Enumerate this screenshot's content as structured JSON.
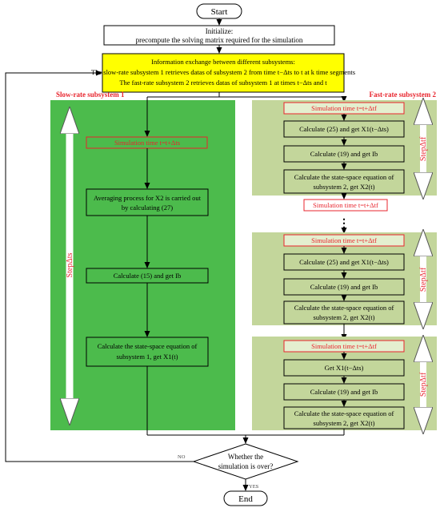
{
  "start": {
    "label": "Start"
  },
  "initialize": {
    "line1": "Initialize:",
    "line2": "precompute the solving matrix required for the simulation"
  },
  "exchange": {
    "line1": "Information exchange between different subsystems:",
    "line2": "The slow-rate subsystem 1 retrieves datas of subsystem 2  from time t−Δts to t at k time segments",
    "line3": "The fast-rate subsystem 2 retrieves datas of subsystem 1 at times t−Δts and t"
  },
  "slow": {
    "title": "Slow-rate subsystem 1",
    "step_label": "StepΔts",
    "sim_time": "Simulation time t=t+Δts",
    "averaging_line1": "Averaging process for X2  is carried out",
    "averaging_line2": "by calculating (27)",
    "calc15": "Calculate (15) and get Ib",
    "state_line1": "Calculate the state-space equation of",
    "state_line2": "subsystem 1, get X1(t)"
  },
  "fast": {
    "title": "Fast-rate subsystem 2",
    "step_label": "StepΔtf",
    "between_sim_time": "Simulation time t=t+Δtf",
    "ellipsis": "⋮",
    "panels": [
      {
        "sim_time": "Simulation time t=t+Δtf",
        "step1": "Calculate (25) and get X1(t−Δts)",
        "step2": "Calculate (19) and get Ib",
        "state_line1": "Calculate the state-space equation of",
        "state_line2": "subsystem 2, get X2(t)"
      },
      {
        "sim_time": "Simulation time t=t+Δtf",
        "step1": "Calculate (25) and get X1(t−Δts)",
        "step2": "Calculate (19) and get Ib",
        "state_line1": "Calculate the state-space equation of",
        "state_line2": "subsystem 2, get X2(t)"
      },
      {
        "sim_time": "Simulation time t=t+Δtf",
        "step1": "Get X1(t−Δts)",
        "step2": "Calculate (19) and get Ib",
        "state_line1": "Calculate the state-space equation of",
        "state_line2": "subsystem 2, get X2(t)"
      }
    ]
  },
  "decision": {
    "line1": "Whether the",
    "line2": "simulation is over?",
    "no": "NO",
    "yes": "YES"
  },
  "end": {
    "label": "End"
  },
  "colors": {
    "yellow": "#ffff00",
    "slow_green": "#4cbb4c",
    "fast_green": "#c3d69b",
    "box_green": "#e4efcf",
    "red": "#e8242d"
  }
}
